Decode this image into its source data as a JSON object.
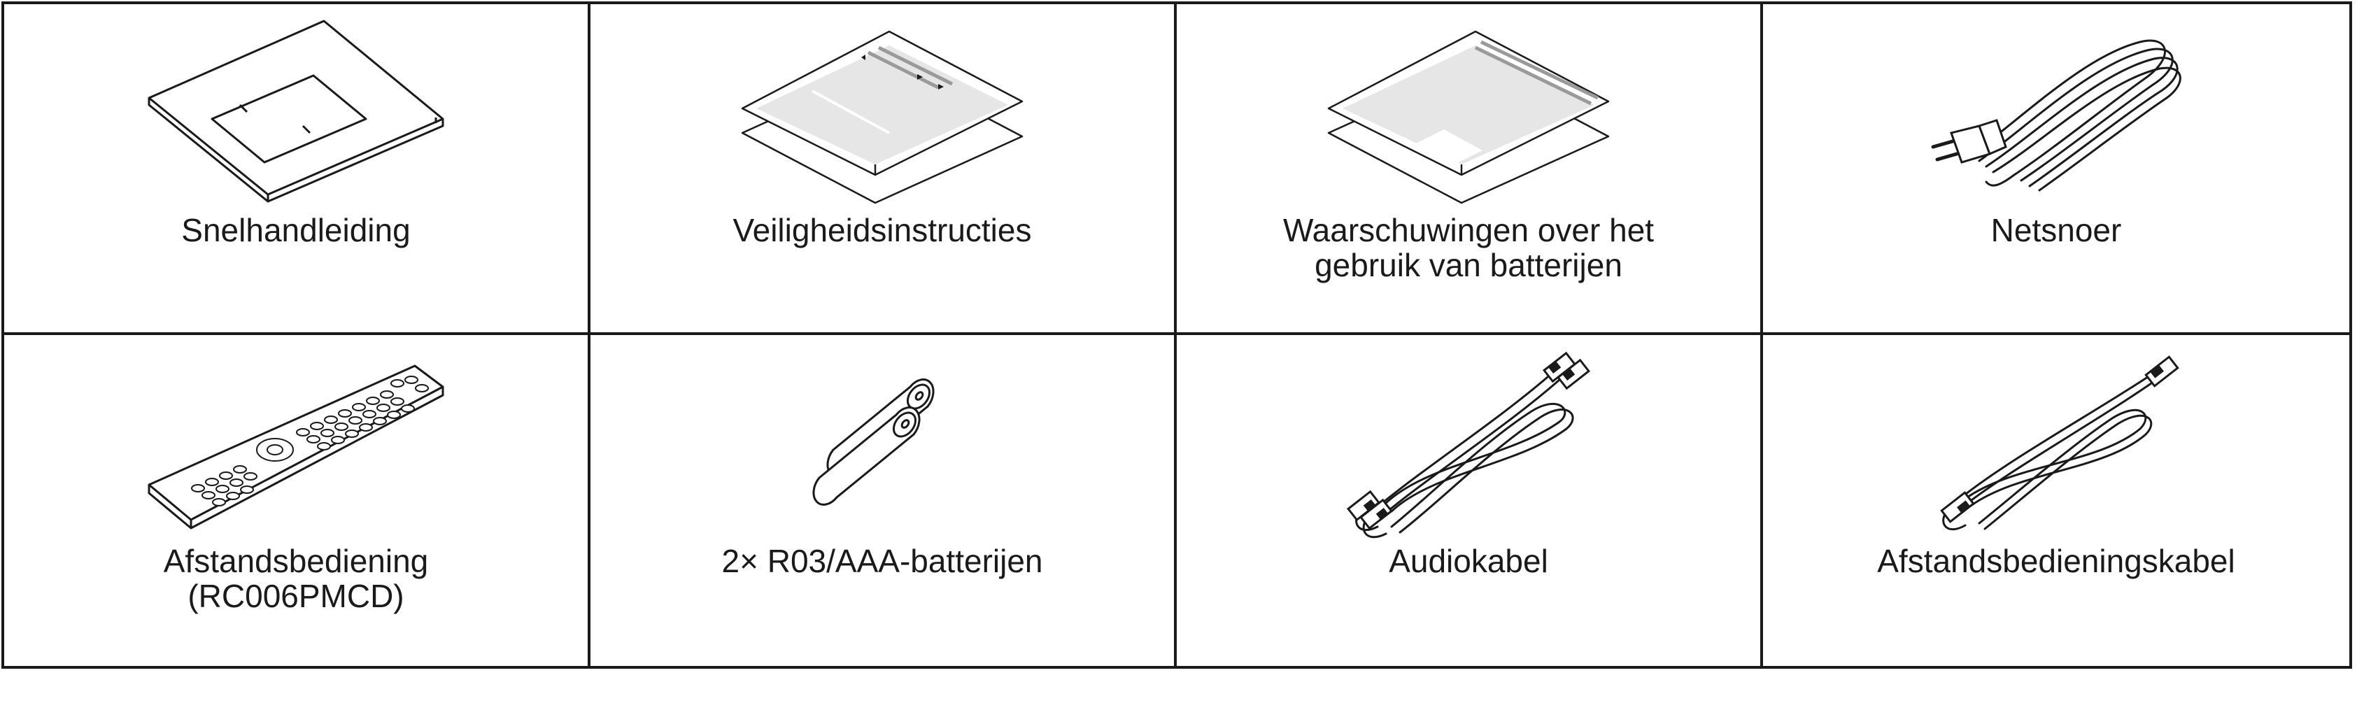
{
  "items": [
    {
      "lines": [
        "Snelhandleiding"
      ],
      "icon": "quick-guide-booklet-icon"
    },
    {
      "lines": [
        "Veiligheidsinstructies"
      ],
      "icon": "safety-instructions-sheet-icon"
    },
    {
      "lines": [
        "Waarschuwingen over het",
        "gebruik van batterijen"
      ],
      "icon": "battery-warnings-sheet-icon"
    },
    {
      "lines": [
        "Netsnoer"
      ],
      "icon": "power-cord-icon"
    },
    {
      "lines": [
        "Afstandsbediening",
        "(RC006PMCD)"
      ],
      "icon": "remote-control-icon"
    },
    {
      "lines": [
        "2× R03/AAA-batterijen"
      ],
      "icon": "aaa-batteries-icon"
    },
    {
      "lines": [
        "Audiokabel"
      ],
      "icon": "audio-cable-icon"
    },
    {
      "lines": [
        "Afstandsbedieningskabel"
      ],
      "icon": "remote-control-cable-icon"
    }
  ],
  "colors": {
    "line": "#1a1a1a",
    "shade": "#e6e6e6",
    "stripe": "#9a9a9a"
  }
}
